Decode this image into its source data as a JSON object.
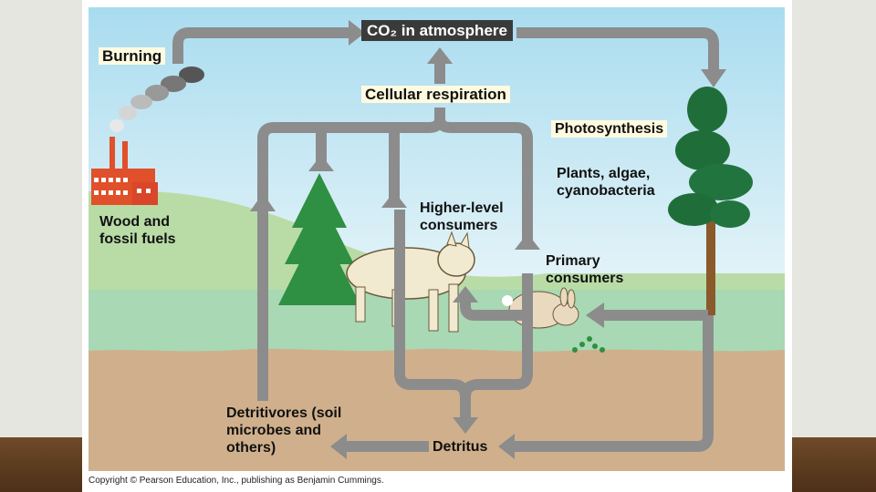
{
  "labels": {
    "co2": "CO₂ in atmosphere",
    "burning": "Burning",
    "cellular_respiration": "Cellular respiration",
    "photosynthesis": "Photosynthesis",
    "producers": "Plants, algae, cyanobacteria",
    "wood_fuels": "Wood and fossil fuels",
    "higher_consumers": "Higher-level consumers",
    "primary_consumers": "Primary consumers",
    "detritivores": "Detritivores (soil microbes and others)",
    "detritus": "Detritus"
  },
  "copyright": "Copyright © Pearson Education, Inc., publishing as Benjamin Cummings.",
  "colors": {
    "sky": "#bde4f2",
    "hill": "#b8dca8",
    "grass": "#a8d8b0",
    "soil": "#cfb08c",
    "arrow": "#8c8c8c",
    "tree": "#1f6e3a",
    "factory": "#e0502a"
  }
}
